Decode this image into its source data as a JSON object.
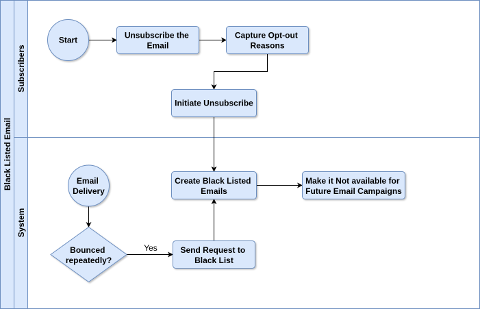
{
  "pool": {
    "title": "Black Listed Email"
  },
  "lanes": {
    "subscribers": "Subscribers",
    "system": "System"
  },
  "nodes": {
    "start": "Start",
    "unsubscribe": [
      "Unsubscribe the",
      "Email"
    ],
    "capture": [
      "Capture Opt-out",
      "Reasons"
    ],
    "initiate": "Initiate Unsubscribe",
    "email_delivery": [
      "Email",
      "Delivery"
    ],
    "bounced": [
      "Bounced",
      "repeatedly?"
    ],
    "create_blacklist": [
      "Create Black Listed",
      "Emails"
    ],
    "not_available": [
      "Make it Not available for",
      "Future Email Campaigns"
    ],
    "send_request": [
      "Send Request to",
      "Black List"
    ]
  },
  "edges": {
    "yes_label": "Yes"
  },
  "colors": {
    "fill": "#dae8fc",
    "stroke": "#6c8ebf",
    "line": "#000000"
  }
}
